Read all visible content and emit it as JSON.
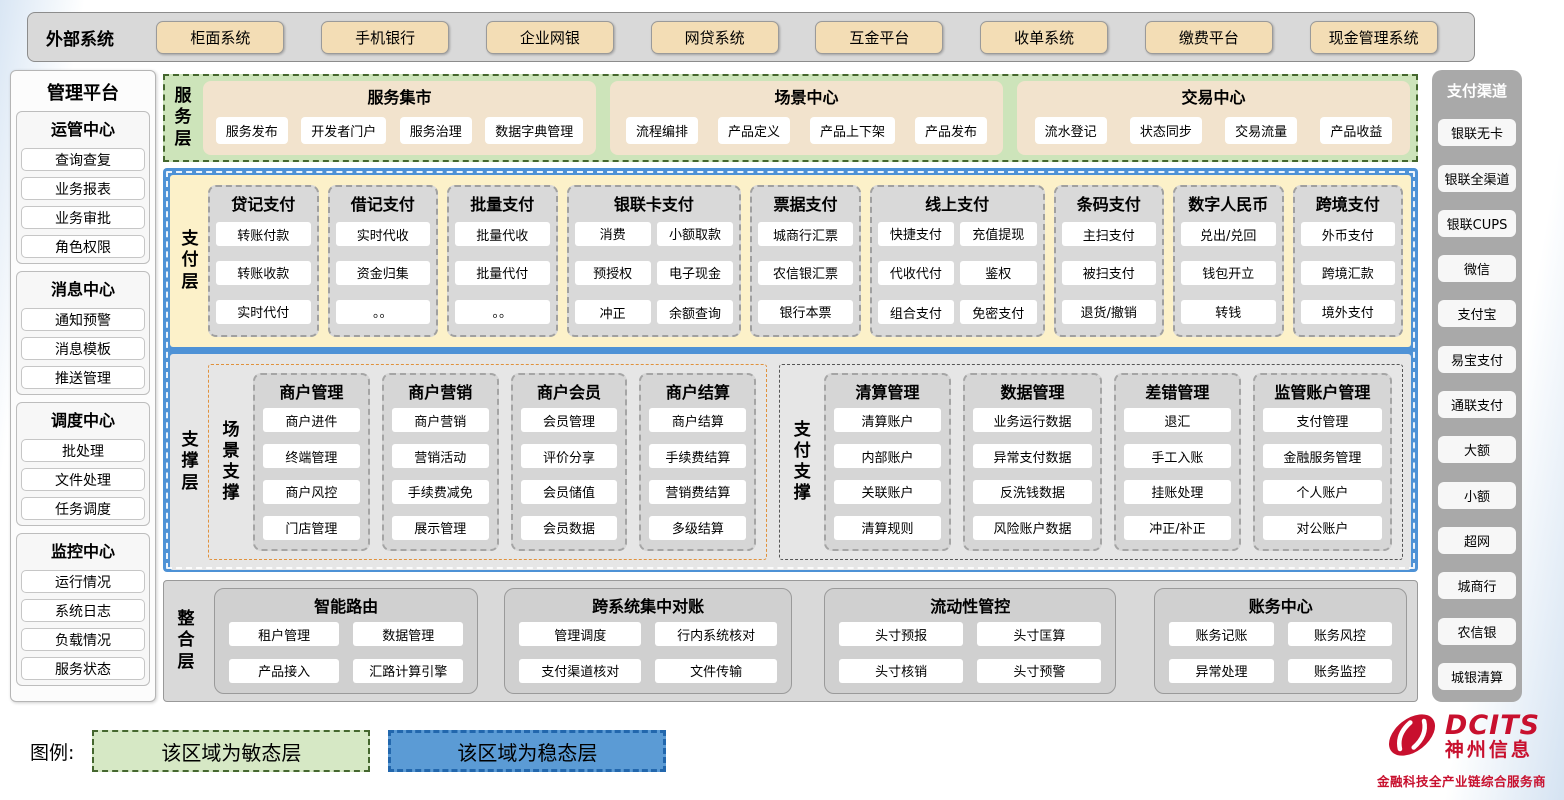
{
  "external": {
    "label": "外部系统",
    "items": [
      "柜面系统",
      "手机银行",
      "企业网银",
      "网贷系统",
      "互金平台",
      "收单系统",
      "缴费平台",
      "现金管理系统"
    ]
  },
  "management": {
    "title": "管理平台",
    "groups": [
      {
        "title": "运管中心",
        "items": [
          "查询查复",
          "业务报表",
          "业务审批",
          "角色权限"
        ]
      },
      {
        "title": "消息中心",
        "items": [
          "通知预警",
          "消息模板",
          "推送管理"
        ]
      },
      {
        "title": "调度中心",
        "items": [
          "批处理",
          "文件处理",
          "任务调度"
        ]
      },
      {
        "title": "监控中心",
        "items": [
          "运行情况",
          "系统日志",
          "负载情况",
          "服务状态"
        ]
      }
    ]
  },
  "service_layer": {
    "label": "服务层",
    "panels": [
      {
        "title": "服务集市",
        "items": [
          "服务发布",
          "开发者门户",
          "服务治理",
          "数据字典管理"
        ]
      },
      {
        "title": "场景中心",
        "items": [
          "流程编排",
          "产品定义",
          "产品上下架",
          "产品发布"
        ]
      },
      {
        "title": "交易中心",
        "items": [
          "流水登记",
          "状态同步",
          "交易流量",
          "产品收益"
        ]
      }
    ]
  },
  "payment_layer": {
    "label": "支付层",
    "columns": [
      {
        "title": "贷记支付",
        "items": [
          "转账付款",
          "转账收款",
          "实时代付"
        ]
      },
      {
        "title": "借记支付",
        "items": [
          "实时代收",
          "资金归集",
          "。。"
        ]
      },
      {
        "title": "批量支付",
        "items": [
          "批量代收",
          "批量代付",
          "。。"
        ]
      },
      {
        "title": "银联卡支付",
        "items": [
          "消费",
          "小额取款",
          "预授权",
          "电子现金",
          "冲正",
          "余额查询"
        ]
      },
      {
        "title": "票据支付",
        "items": [
          "城商行汇票",
          "农信银汇票",
          "银行本票"
        ]
      },
      {
        "title": "线上支付",
        "items": [
          "快捷支付",
          "充值提现",
          "代收代付",
          "鉴权",
          "组合支付",
          "免密支付"
        ]
      },
      {
        "title": "条码支付",
        "items": [
          "主扫支付",
          "被扫支付",
          "退货/撤销"
        ]
      },
      {
        "title": "数字人民币",
        "items": [
          "兑出/兑回",
          "钱包开立",
          "转钱"
        ]
      },
      {
        "title": "跨境支付",
        "items": [
          "外币支付",
          "跨境汇款",
          "境外支付"
        ]
      }
    ]
  },
  "support_layer": {
    "label": "支撑层",
    "groups": [
      {
        "label": "场景支撑",
        "columns": [
          {
            "title": "商户管理",
            "items": [
              "商户进件",
              "终端管理",
              "商户风控",
              "门店管理"
            ]
          },
          {
            "title": "商户营销",
            "items": [
              "商户营销",
              "营销活动",
              "手续费减免",
              "展示管理"
            ]
          },
          {
            "title": "商户会员",
            "items": [
              "会员管理",
              "评价分享",
              "会员储值",
              "会员数据"
            ]
          },
          {
            "title": "商户结算",
            "items": [
              "商户结算",
              "手续费结算",
              "营销费结算",
              "多级结算"
            ]
          }
        ]
      },
      {
        "label": "支付支撑",
        "columns": [
          {
            "title": "清算管理",
            "items": [
              "清算账户",
              "内部账户",
              "关联账户",
              "清算规则"
            ]
          },
          {
            "title": "数据管理",
            "items": [
              "业务运行数据",
              "异常支付数据",
              "反洗钱数据",
              "风险账户数据"
            ]
          },
          {
            "title": "差错管理",
            "items": [
              "退汇",
              "手工入账",
              "挂账处理",
              "冲正/补正"
            ]
          },
          {
            "title": "监管账户管理",
            "items": [
              "支付管理",
              "金融服务管理",
              "个人账户",
              "对公账户"
            ]
          }
        ]
      }
    ]
  },
  "integration_layer": {
    "label": "整合层",
    "panels": [
      {
        "title": "智能路由",
        "items": [
          "租户管理",
          "数据管理",
          "产品接入",
          "汇路计算引擎"
        ]
      },
      {
        "title": "跨系统集中对账",
        "items": [
          "管理调度",
          "行内系统核对",
          "支付渠道核对",
          "文件传输"
        ]
      },
      {
        "title": "流动性管控",
        "items": [
          "头寸预报",
          "头寸匡算",
          "头寸核销",
          "头寸预警"
        ]
      },
      {
        "title": "账务中心",
        "items": [
          "账务记账",
          "账务风控",
          "异常处理",
          "账务监控"
        ]
      }
    ]
  },
  "channels": {
    "title": "支付渠道",
    "items": [
      "银联无卡",
      "银联全渠道",
      "银联CUPS",
      "微信",
      "支付宝",
      "易宝支付",
      "通联支付",
      "大额",
      "小额",
      "超网",
      "城商行",
      "农信银",
      "城银清算"
    ]
  },
  "legend": {
    "label": "图例:",
    "agile": "该区域为敏态层",
    "stable": "该区域为稳态层"
  },
  "logo": {
    "brand": "DCITS",
    "name": "神州信息",
    "tagline": "金融科技全产业链综合服务商"
  },
  "colors": {
    "stable_blue_frame": "#4e92d6",
    "agile_green_bg": "#cde4ba",
    "payment_cream_bg": "#fcf1c9",
    "panel_gray": "#d9d9d9",
    "external_button_tan": "#f3ddb5",
    "scene_support_border_orange": "#e0913c",
    "legend_stable_blue": "#5b9bd5",
    "legend_agile_green": "#d6e8c5",
    "brand_red": "#c8102e"
  }
}
